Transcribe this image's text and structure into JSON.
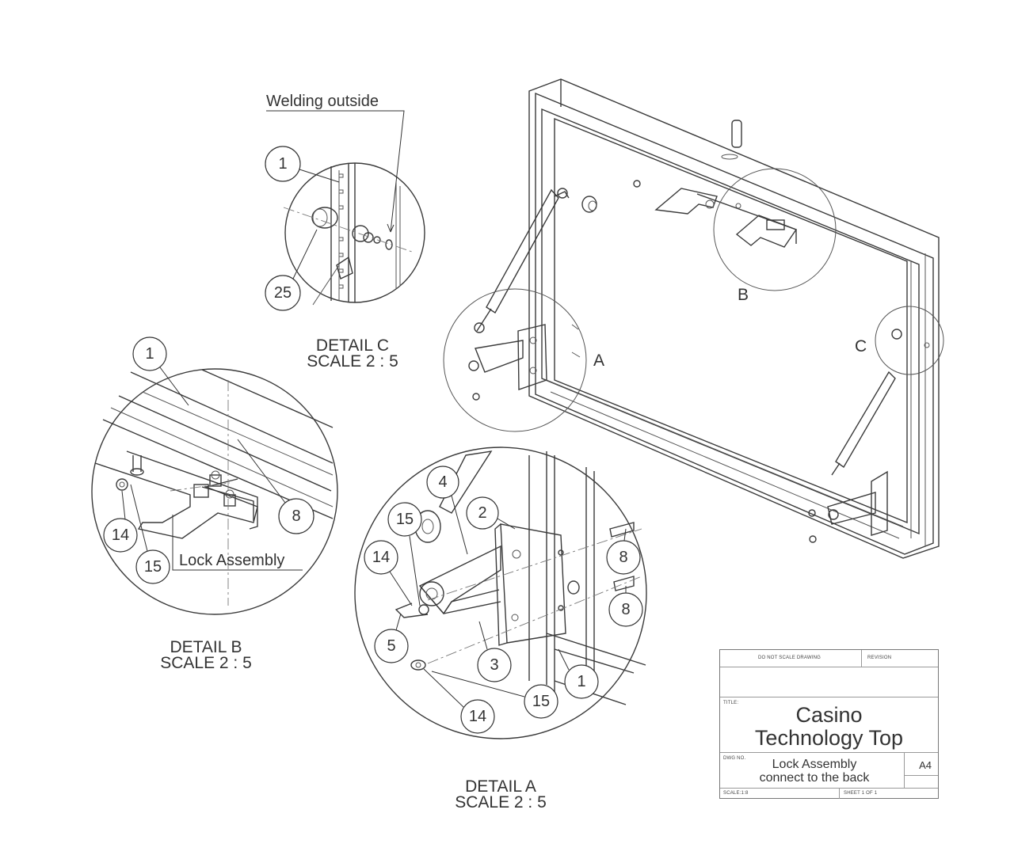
{
  "annotation": {
    "welding_outside": "Welding outside",
    "lock_assembly": "Lock Assembly"
  },
  "views": {
    "detail_a_marker": "A",
    "detail_b_marker": "B",
    "detail_c_marker": "C"
  },
  "details": {
    "a": {
      "name": "DETAIL A",
      "scale": "SCALE 2 : 5"
    },
    "b": {
      "name": "DETAIL B",
      "scale": "SCALE 2 : 5"
    },
    "c": {
      "name": "DETAIL C",
      "scale": "SCALE 2 : 5"
    }
  },
  "balloons": {
    "c": [
      "1",
      "25"
    ],
    "b": [
      "1",
      "8",
      "14",
      "15"
    ],
    "a": [
      "4",
      "2",
      "15",
      "14",
      "8",
      "8",
      "5",
      "3",
      "1",
      "15",
      "14"
    ]
  },
  "title_block": {
    "do_not_scale": "DO NOT SCALE DRAWING",
    "revision": "REVISION",
    "title_label": "TITLE:",
    "title_line1": "Casino",
    "title_line2": "Technology Top",
    "dwg_label": "DWG NO.",
    "dwg_line1": "Lock Assembly",
    "dwg_line2": "connect to the back",
    "size": "A4",
    "scale": "SCALE:1:8",
    "sheet": "SHEET 1 OF 1"
  }
}
